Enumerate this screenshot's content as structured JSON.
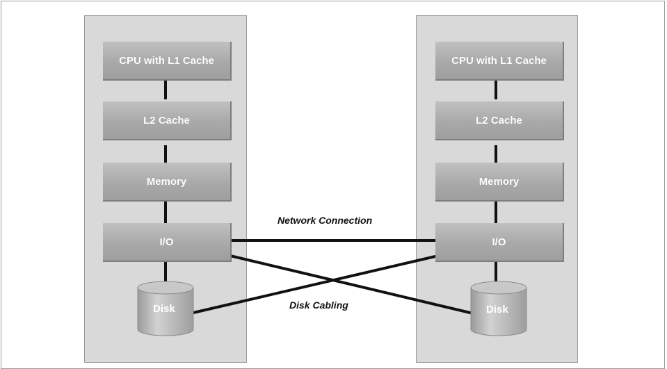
{
  "nodes": {
    "cpu": "CPU with L1 Cache",
    "l2": "L2 Cache",
    "memory": "Memory",
    "io": "I/O",
    "disk": "Disk"
  },
  "labels": {
    "network": "Network Connection",
    "disk_cabling": "Disk Cabling"
  },
  "colors": {
    "panel": "#d9d9d9",
    "block": "#a9a9a9",
    "line": "#111111"
  }
}
